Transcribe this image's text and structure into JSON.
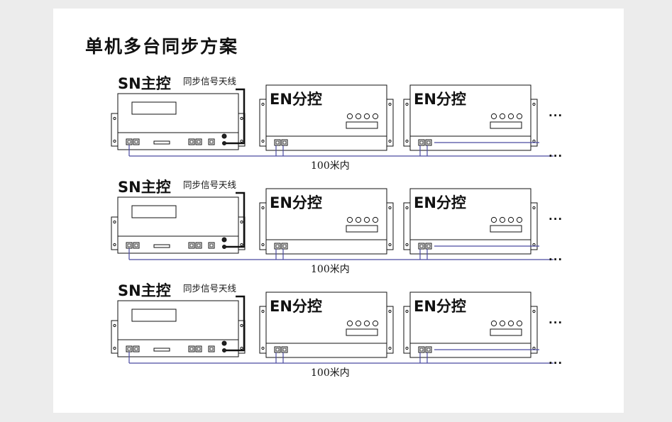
{
  "title": "单机多台同步方案",
  "rows": [
    {
      "master_label": "SN主控",
      "antenna_label": "同步信号天线",
      "slaves": [
        "EN分控",
        "EN分控"
      ],
      "distance_label": "100米内",
      "more": [
        "...",
        "..."
      ]
    },
    {
      "master_label": "SN主控",
      "antenna_label": "同步信号天线",
      "slaves": [
        "EN分控",
        "EN分控"
      ],
      "distance_label": "100米内",
      "more": [
        "...",
        "..."
      ]
    },
    {
      "master_label": "SN主控",
      "antenna_label": "同步信号天线",
      "slaves": [
        "EN分控",
        "EN分控"
      ],
      "distance_label": "100米内",
      "more": [
        "...",
        "..."
      ]
    }
  ],
  "colors": {
    "cable": "#4a4aa0",
    "outline": "#111111",
    "background": "#ececec",
    "card": "#ffffff"
  }
}
